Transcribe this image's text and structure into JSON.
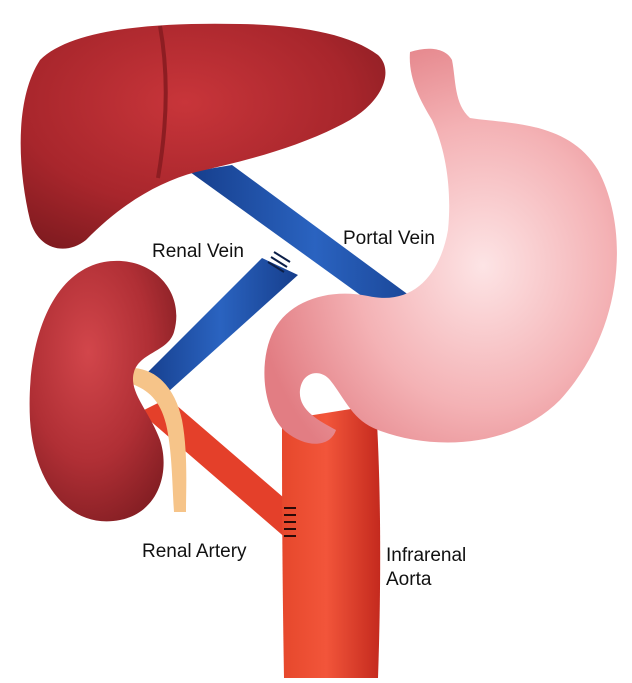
{
  "labels": {
    "renal_vein": "Renal Vein",
    "portal_vein": "Portal Vein",
    "renal_artery": "Renal Artery",
    "aorta_line1": "Infrarenal",
    "aorta_line2": "Aorta"
  },
  "colors": {
    "liver": "#a8262c",
    "kidney": "#b02f35",
    "stomach": "#f2a6aa",
    "vein": "#1f4fa8",
    "artery": "#e8402a",
    "ureter": "#f6c489",
    "text": "#111111"
  }
}
